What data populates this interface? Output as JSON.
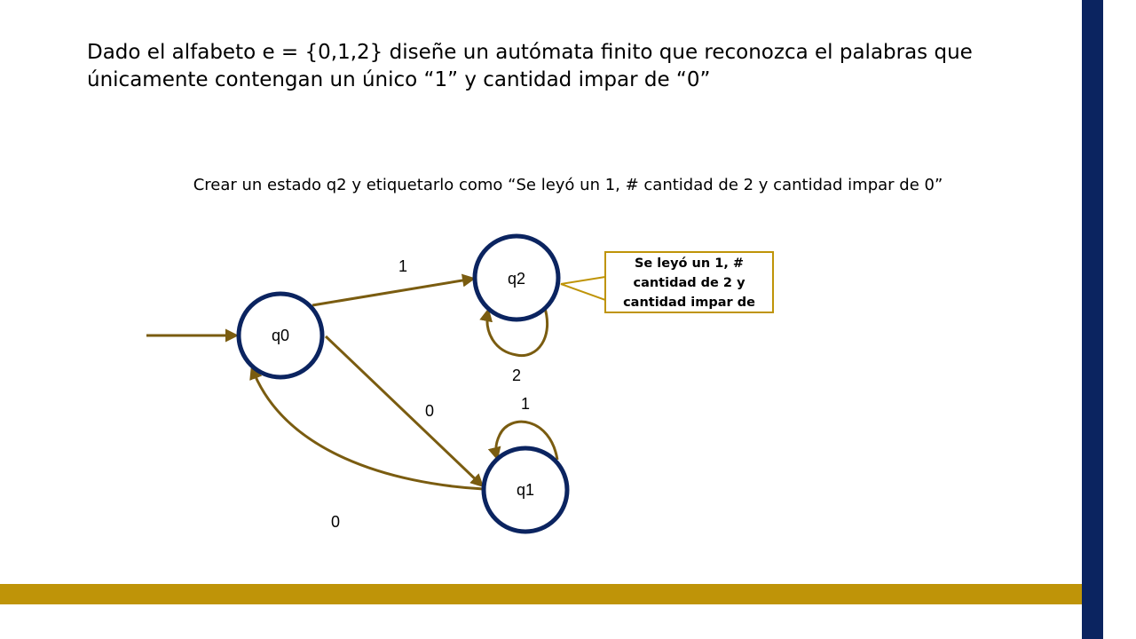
{
  "slide": {
    "title": "Dado el alfabeto e = {0,1,2} diseñe un autómata finito que reconozca el palabras que únicamente contengan un único “1” y cantidad impar de “0”",
    "instruction": "Crear un estado q2 y etiquetarlo como “Se leyó un 1, # cantidad de 2 y cantidad impar de 0”"
  },
  "diagram": {
    "states": {
      "q0": "q0",
      "q1": "q1",
      "q2": "q2"
    },
    "transitions": {
      "q0_q2": "1",
      "q2_loop": "2",
      "q0_q1": "0",
      "q1_loop": "1",
      "q1_q0": "0"
    },
    "callout_lines": [
      "Se leyó un 1, #",
      "cantidad de 2 y",
      "cantidad impar de"
    ]
  },
  "colors": {
    "state_stroke": "#0b2460",
    "edge": "#7a5c10",
    "accent_gold": "#bf9408",
    "accent_navy": "#0b2460"
  }
}
